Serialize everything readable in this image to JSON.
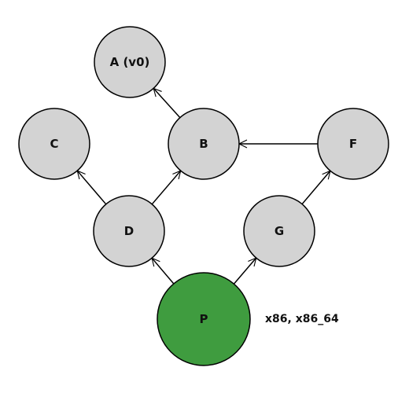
{
  "nodes": {
    "a": {
      "label": "A (v0)",
      "fill": "#d3d3d3"
    },
    "b": {
      "label": "B",
      "fill": "#d3d3d3"
    },
    "c": {
      "label": "C",
      "fill": "#d3d3d3"
    },
    "d": {
      "label": "D",
      "fill": "#d3d3d3"
    },
    "f": {
      "label": "F",
      "fill": "#d3d3d3"
    },
    "g": {
      "label": "G",
      "fill": "#d3d3d3"
    },
    "p": {
      "label": "P",
      "fill": "#3f9c3f"
    }
  },
  "edges": [
    {
      "from": "b",
      "to": "a"
    },
    {
      "from": "d",
      "to": "c"
    },
    {
      "from": "d",
      "to": "b"
    },
    {
      "from": "f",
      "to": "b"
    },
    {
      "from": "g",
      "to": "f"
    },
    {
      "from": "p",
      "to": "d"
    },
    {
      "from": "p",
      "to": "g"
    }
  ],
  "annotation": "x86, x86_64",
  "colors": {
    "stroke": "#000000",
    "node_default": "#d3d3d3",
    "node_highlight": "#3f9c3f"
  }
}
